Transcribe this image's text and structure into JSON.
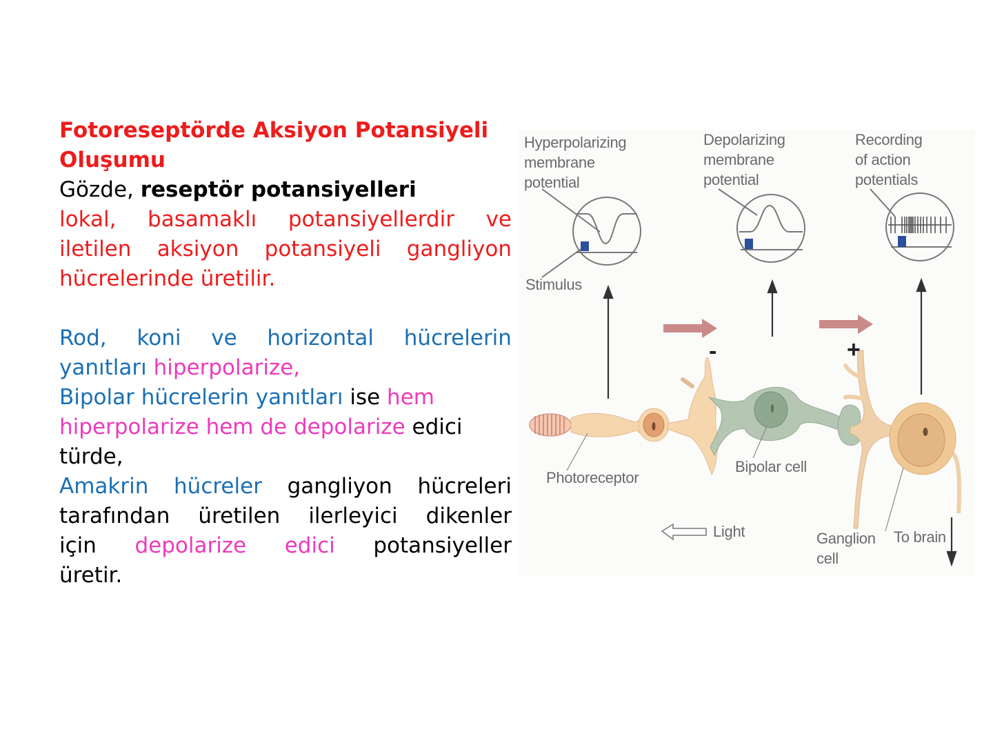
{
  "title": {
    "line1": "Fotoreseptörde Aksiyon Potansiyeli",
    "line2": "Oluşumu"
  },
  "paragraph1": {
    "intro_plain": "Gözde, ",
    "intro_bold": "reseptör potansiyelleri",
    "line2_words": [
      "lokal,",
      "basamaklı",
      "potansiyellerdir",
      "ve"
    ],
    "line3_words": [
      "iletilen",
      "aksiyon",
      "potansiyeli",
      "gangliyon"
    ],
    "line4": "hücrelerinde üretilir."
  },
  "paragraph2": {
    "line1_words": [
      "Rod,",
      "koni",
      "ve",
      "horizontal",
      "hücrelerin"
    ],
    "line2_blue": "yanıtları ",
    "line2_magenta": "hiperpolarize,",
    "line3_blue": "Bipolar hücrelerin yanıtları ",
    "line3_black": "ise ",
    "line3_magenta": "hem",
    "line4_magenta": "hiperpolarize hem de depolarize",
    "line4_black": " edici",
    "line5": "türde,",
    "line6_blue_words": [
      "Amakrin",
      "hücreler"
    ],
    "line6_black_words": [
      "gangliyon",
      "hücreleri"
    ],
    "line7_words": [
      "tarafından",
      "üretilen",
      "ilerleyici",
      "dikenler"
    ],
    "line8_black1": "için",
    "line8_magenta_words": [
      "depolarize",
      "edici"
    ],
    "line8_black2": "potansiyeller",
    "line9": "üretir."
  },
  "diagram": {
    "labels": {
      "hyperpolarizing": [
        "Hyperpolarizing",
        "membrane",
        "potential"
      ],
      "depolarizing": [
        "Depolarizing",
        "membrane",
        "potential"
      ],
      "recording": [
        "Recording",
        "of action",
        "potentials"
      ],
      "stimulus": "Stimulus",
      "photoreceptor": "Photoreceptor",
      "bipolar_cell": "Bipolar cell",
      "light": "Light",
      "ganglion_cell": [
        "Ganglion",
        "cell"
      ],
      "to_brain": "To brain",
      "minus_sign": "-",
      "plus_sign": "+"
    },
    "colors": {
      "stimulus_block": "#2a4f9c",
      "flow_arrow": "#c98a88",
      "photoreceptor_body": "#f6d7ad",
      "photoreceptor_nucleus": "#e0a070",
      "bipolar_body": "#b5c6b3",
      "bipolar_nucleus": "#8fa890",
      "ganglion_body": "#efc896",
      "ganglion_nucleus": "#e4b683"
    }
  }
}
